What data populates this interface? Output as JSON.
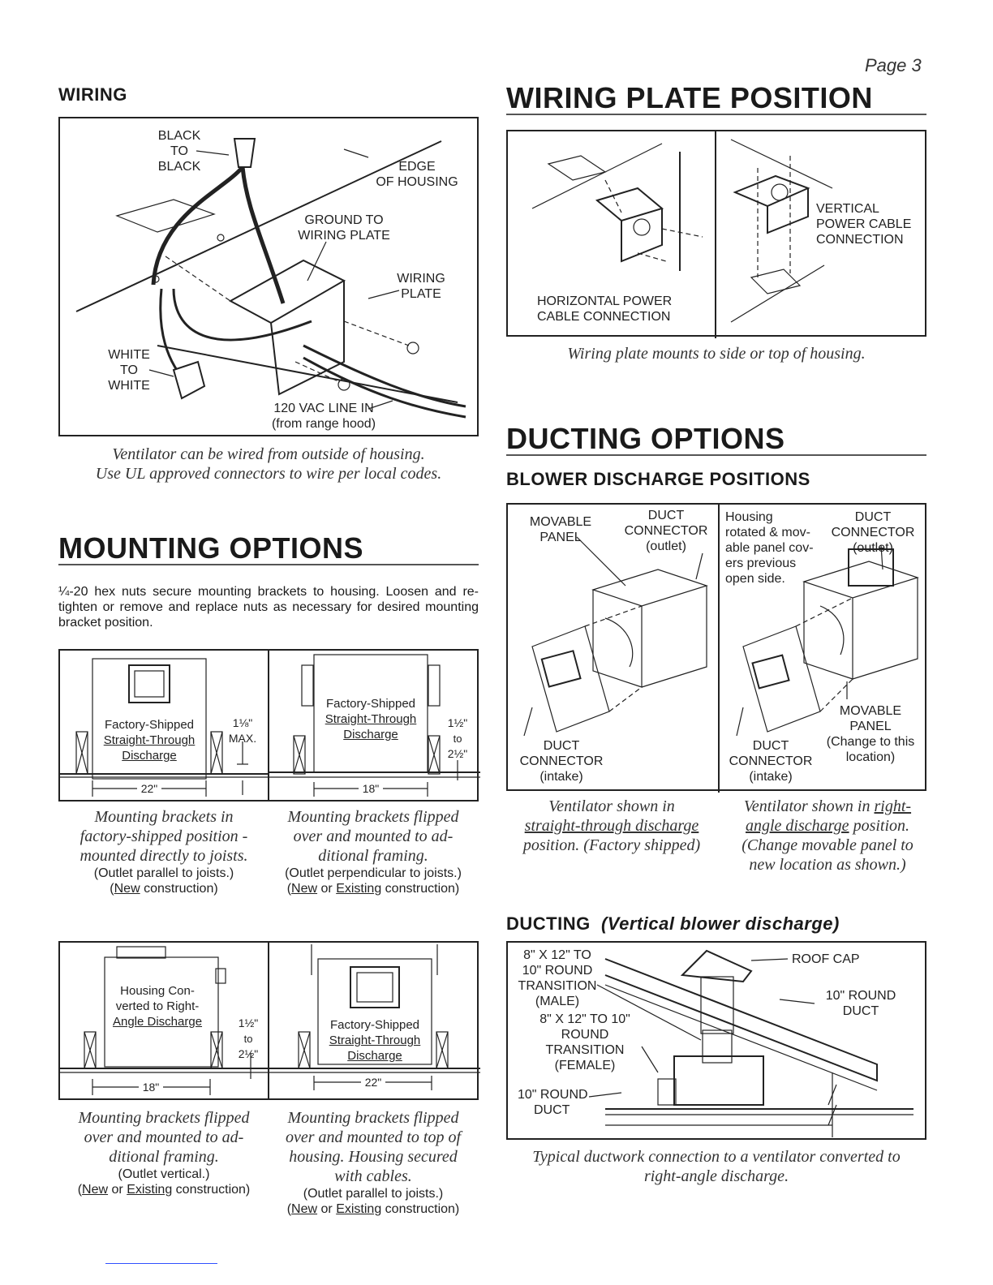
{
  "page_number": "Page 3",
  "wiring": {
    "heading": "WIRING",
    "labels": {
      "black_to_black": [
        "BLACK",
        "TO",
        "BLACK"
      ],
      "edge_of_housing": [
        "EDGE",
        "OF HOUSING"
      ],
      "ground_to_plate": [
        "GROUND TO",
        "WIRING PLATE"
      ],
      "wiring_plate": [
        "WIRING",
        "PLATE"
      ],
      "white_to_white": [
        "WHITE",
        "TO",
        "WHITE"
      ],
      "line_in": "120 VAC LINE IN",
      "line_in_sub": "(from range hood)"
    },
    "caption": [
      "Ventilator can be wired from outside of housing.",
      "Use UL approved connectors to wire per local codes."
    ]
  },
  "wiring_plate_position": {
    "heading": "WIRING PLATE POSITION",
    "horizontal": [
      "HORIZONTAL POWER",
      "CABLE CONNECTION"
    ],
    "vertical": [
      "VERTICAL",
      "POWER CABLE",
      "CONNECTION"
    ],
    "caption": "Wiring plate mounts to side or top of housing."
  },
  "mounting": {
    "heading": "MOUNTING OPTIONS",
    "intro": "¼-20 hex nuts secure mounting brackets to housing. Loosen and re-tighten or remove and replace nuts as necessary for desired mounting bracket position.",
    "panel1": {
      "labels": [
        "Factory-Shipped",
        "Straight-Through",
        "Discharge"
      ],
      "dim": "1⅛\"",
      "dim2": "MAX.",
      "width": "22\"",
      "caption": [
        "Mounting brackets in",
        "factory-shipped position -",
        "mounted directly to joists."
      ],
      "sub1": "(Outlet parallel to joists.)",
      "sub2_u": "New",
      "sub2": " construction)"
    },
    "panel2": {
      "labels": [
        "Factory-Shipped",
        "Straight-Through",
        "Discharge"
      ],
      "dim": [
        "1½\"",
        "to",
        "2½\""
      ],
      "width": "18\"",
      "caption": [
        "Mounting brackets flipped",
        "over and mounted to ad-",
        "ditional framing."
      ],
      "sub1": "(Outlet perpendicular to joists.)",
      "sub2_u1": "New",
      "sub2_mid": " or ",
      "sub2_u2": "Existing",
      "sub2": " construction)"
    },
    "panel3": {
      "labels": [
        "Housing Con-",
        "verted to Right-",
        "Angle Discharge"
      ],
      "dim": [
        "1½\"",
        "to",
        "2½\""
      ],
      "width": "18\"",
      "caption": [
        "Mounting brackets flipped",
        "over and mounted to ad-",
        "ditional framing."
      ],
      "sub1": "(Outlet vertical.)",
      "sub2_u1": "New",
      "sub2_mid": " or ",
      "sub2_u2": "Existing",
      "sub2": " construction)"
    },
    "panel4": {
      "labels": [
        "Factory-Shipped",
        "Straight-Through",
        "Discharge"
      ],
      "width": "22\"",
      "caption": [
        "Mounting brackets flipped",
        "over and mounted to top of",
        "housing. Housing secured",
        "with cables."
      ],
      "sub1": "(Outlet parallel to joists.)",
      "sub2_u1": "New",
      "sub2_mid": " or ",
      "sub2_u2": "Existing",
      "sub2": " construction)"
    }
  },
  "ducting_options": {
    "heading": "DUCTING OPTIONS",
    "subheading": "BLOWER DISCHARGE POSITIONS",
    "left": {
      "movable_panel": [
        "MOVABLE",
        "PANEL"
      ],
      "duct_connector_outlet": [
        "DUCT",
        "CONNECTOR",
        "(outlet)"
      ],
      "duct_connector_intake": [
        "DUCT",
        "CONNECTOR",
        "(intake)"
      ],
      "caption_1": "Ventilator shown in",
      "caption_2_u": "straight-through discharge",
      "caption_3": "position. (Factory shipped)"
    },
    "right": {
      "housing_note": [
        "Housing",
        "rotated & mov-",
        "able panel cov-",
        "ers previous",
        "open side."
      ],
      "duct_connector_outlet": [
        "DUCT",
        "CONNECTOR",
        "(outlet)"
      ],
      "movable_panel": [
        "MOVABLE",
        "PANEL",
        "(Change to this",
        "location)"
      ],
      "duct_connector_intake": [
        "DUCT",
        "CONNECTOR",
        "(intake)"
      ],
      "caption_1": "Ventilator shown in ",
      "caption_1_u": "right-",
      "caption_2_u": "angle discharge",
      "caption_2": " position.",
      "caption_3": "(Change movable panel to",
      "caption_4": "new location as shown.)"
    }
  },
  "ducting": {
    "heading": "DUCTING",
    "heading_italic": "(Vertical blower discharge)",
    "labels": {
      "male_transition": [
        "8\" X 12\" TO",
        "10\" ROUND",
        "TRANSITION",
        "(MALE)"
      ],
      "female_transition": [
        "8\" X 12\" TO 10\"",
        "ROUND",
        "TRANSITION",
        "(FEMALE)"
      ],
      "round_duct_left": [
        "10\" ROUND",
        "DUCT"
      ],
      "roof_cap": "ROOF CAP",
      "round_duct_right": [
        "10\" ROUND",
        "DUCT"
      ]
    },
    "caption": [
      "Typical ductwork connection to a ventilator converted to",
      "right-angle discharge."
    ]
  }
}
